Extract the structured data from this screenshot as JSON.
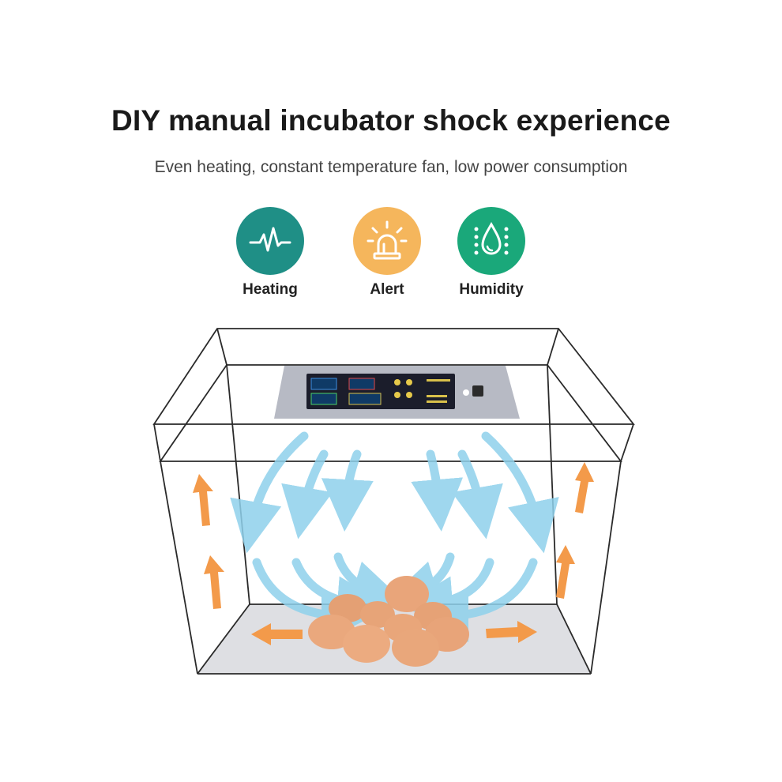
{
  "header": {
    "title": "DIY manual incubator shock experience",
    "subtitle": "Even heating, constant temperature fan, low power consumption"
  },
  "features": [
    {
      "label": "Heating",
      "icon": "heartbeat-wave-icon",
      "color": "#1f8f86"
    },
    {
      "label": "Alert",
      "icon": "alarm-light-icon",
      "color": "#f5b65c"
    },
    {
      "label": "Humidity",
      "icon": "water-drop-icon",
      "color": "#1aa87a"
    }
  ],
  "colors": {
    "airflow": "#8fd1ec",
    "heat_arrow": "#f39a4a",
    "egg": "#e9a57a",
    "panel": "#b7bac4",
    "display": "#1b1d2b"
  },
  "illustration": {
    "icon": "incubator-box-icon"
  }
}
